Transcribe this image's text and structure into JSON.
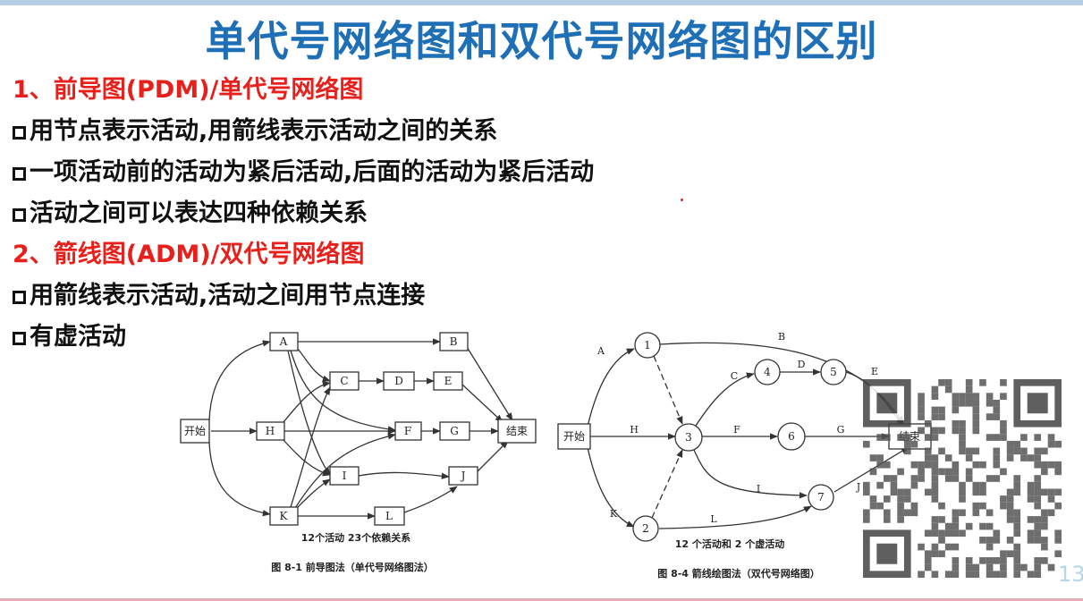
{
  "title": "单代号网络图和双代号网络图的区别",
  "sections": {
    "pdm_heading": "1、前导图(PDM)/单代号网络图",
    "pdm_points": [
      "用节点表示活动,用箭线表示活动之间的关系",
      "一项活动前的活动为紧后活动,后面的活动为紧后活动",
      "活动之间可以表达四种依赖关系"
    ],
    "adm_heading": "2、箭线图(ADM)/双代号网络图",
    "adm_points": [
      "用箭线表示活动,活动之间用节点连接",
      "有虚活动"
    ]
  },
  "pdm_diagram": {
    "nodes": {
      "start": "开始",
      "a": "A",
      "b": "B",
      "c": "C",
      "d": "D",
      "e": "E",
      "f": "F",
      "g": "G",
      "h": "H",
      "i": "I",
      "j": "J",
      "k": "K",
      "l": "L",
      "end": "结束"
    },
    "summary": "12个活动   23个依赖关系",
    "caption": "图 8-1   前导图法（单代号网络图法）"
  },
  "adm_diagram": {
    "nodes": {
      "start": "开始",
      "n1": "1",
      "n2": "2",
      "n3": "3",
      "n4": "4",
      "n5": "5",
      "n6": "6",
      "n7": "7",
      "end": "结束"
    },
    "edges": {
      "a": "A",
      "b": "B",
      "c": "C",
      "d": "D",
      "e": "E",
      "f": "F",
      "g": "G",
      "h": "H",
      "i": "I",
      "j": "J",
      "k": "K",
      "l": "L"
    },
    "summary": "12 个活动和 2 个虚活动",
    "caption": "图 8-4   箭线绘图法（双代号网络图）"
  },
  "page_number": "13",
  "colors": {
    "title": "#1f6fb6",
    "heading": "#e8201c",
    "text": "#111111"
  }
}
